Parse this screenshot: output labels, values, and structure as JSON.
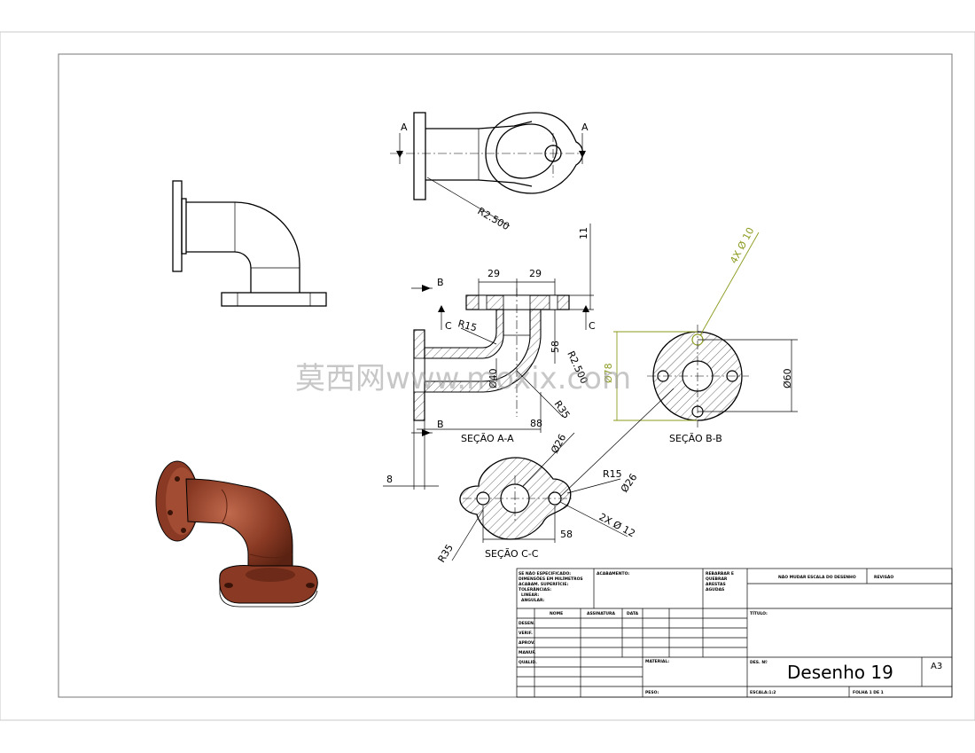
{
  "views": {
    "section_aa": {
      "label": "SEÇÃO A-A",
      "cut_marks": [
        "A",
        "A"
      ],
      "b_marks": [
        "B",
        "B"
      ],
      "c_marks": [
        "C",
        "C"
      ],
      "dims": {
        "top_left": "29",
        "top_right": "29",
        "height_11": "11",
        "r15": "R15",
        "d40": "Ø40",
        "r2_500_small": "R2.500",
        "r35": "R35",
        "d58": "58",
        "d88": "88",
        "d8": "8",
        "r2_500_top": "R2.500"
      }
    },
    "section_bb": {
      "label": "SEÇÃO B-B",
      "holes_note": "4X Ø 10",
      "d78": "Ø78",
      "d60": "Ø60"
    },
    "section_cc": {
      "label": "SEÇÃO C-C",
      "d26_top": "Ø26",
      "r15": "R15",
      "d26_side": "Ø26",
      "holes_note": "2X Ø 12",
      "r35": "R35",
      "d58": "58"
    }
  },
  "watermark": "莫西网www.moxix.com",
  "title_block": {
    "notes": [
      "SE NÃO ESPECIFICADO:",
      "DIMENSÕES EM MILÍMETROS",
      "ACABAM. SUPERFÍCIE:",
      "TOLERÂNCIAS:",
      "LINEAR:",
      "ANGULAR:"
    ],
    "finish": "ACABAMENTO:",
    "edges": [
      "REBARBAR E",
      "QUEBRAR",
      "ARESTAS",
      "AGUDAS"
    ],
    "no_scale": "NÃO MUDAR ESCALA DO DESENHO",
    "revision": "REVISÃO",
    "col_headers": [
      "NOME",
      "ASSINATURA",
      "DATA"
    ],
    "rows": [
      "DESEN.",
      "VERIF.",
      "APROV.",
      "MANUF.",
      "QUALID."
    ],
    "title_label": "TÍTULO:",
    "material_label": "MATERIAL:",
    "weight_label": "PESO:",
    "drawing_no_label": "DES. Nº",
    "drawing_name": "Desenho 19",
    "sheet_size": "A3",
    "scale": "ESCALA:1:2",
    "sheet": "FOLHA 1 DE 1"
  },
  "colors": {
    "line": "#000000",
    "dimension_green": "#8c9a1e",
    "model_body": "#8a3a24",
    "model_shadow": "#5a2212",
    "model_highlight": "#c06a4e"
  }
}
